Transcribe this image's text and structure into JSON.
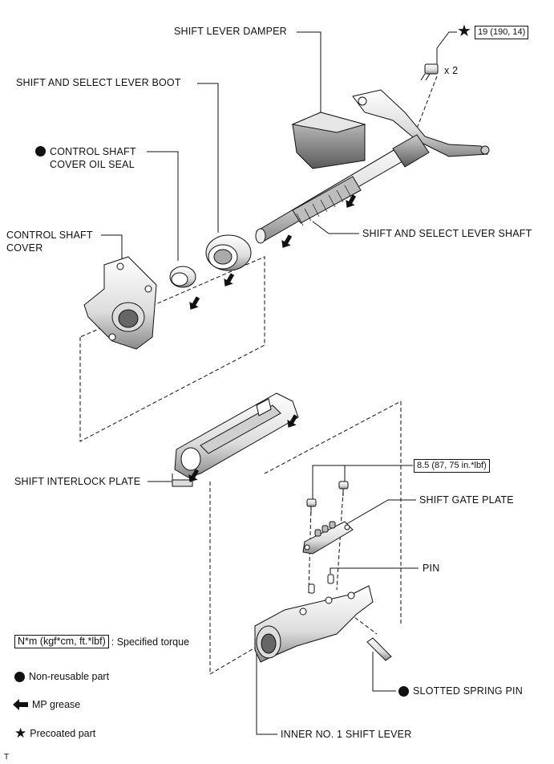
{
  "labels": {
    "shift_lever_damper": "SHIFT LEVER DAMPER",
    "shift_select_lever_boot": "SHIFT AND SELECT LEVER BOOT",
    "control_shaft_cover_oil_seal": "CONTROL SHAFT\nCOVER OIL SEAL",
    "control_shaft_cover": "CONTROL SHAFT\nCOVER",
    "shift_select_lever_shaft": "SHIFT AND SELECT LEVER SHAFT",
    "shift_interlock_plate": "SHIFT INTERLOCK PLATE",
    "shift_gate_plate": "SHIFT GATE PLATE",
    "pin": "PIN",
    "slotted_spring_pin": "SLOTTED SPRING PIN",
    "inner_no1_shift_lever": "INNER NO. 1 SHIFT LEVER"
  },
  "torques": {
    "bolt_top": "19 (190, 14)",
    "bolt_top_qty": "x 2",
    "gate_plate_bolts": "8.5 (87, 75 in.*lbf)"
  },
  "legend": {
    "torque_box": "N*m (kgf*cm, ft.*lbf)",
    "torque_desc": ": Specified torque",
    "non_reusable": "Non-reusable part",
    "mp_grease": "MP grease",
    "precoated": "Precoated part"
  },
  "corner_mark": "T"
}
